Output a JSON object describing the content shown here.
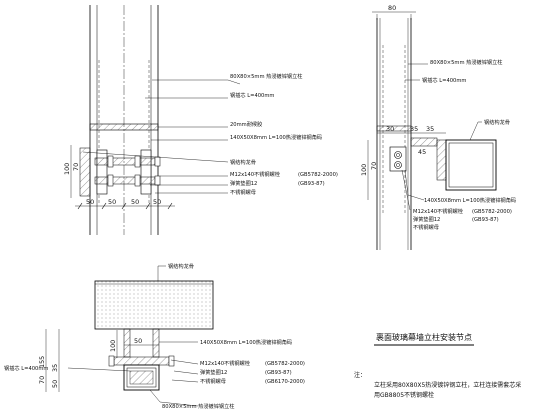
{
  "view1": {
    "dims_bottom": [
      "50",
      "50",
      "50",
      "50"
    ],
    "dim_side_100": "100",
    "dim_side_70": "70",
    "callouts": [
      "80X80×5mm 热浸镀锌钢立柱",
      "钢插芯 L=400mm",
      "20mm耐候胶",
      "140X50X8mm L=100热浸镀锌钢角码",
      "钢结构龙骨",
      "M12x140不锈钢螺栓",
      "(GB5782-2000)",
      "弹簧垫圈12",
      "(GB93-87)",
      "不锈钢螺母"
    ]
  },
  "view2": {
    "dim_top": "80",
    "dims_mid": [
      "30",
      "35",
      "35"
    ],
    "dim_side_100": "100",
    "dim_side_70": "70",
    "dim_45": "45",
    "callouts": [
      "80X80×5mm 热浸镀锌钢立柱",
      "钢插芯 L=400mm",
      "钢结构龙骨",
      "140X50X8mm L=100热浸镀锌钢角码",
      "M12x140不锈钢螺栓",
      "(GB5782-2000)",
      "弹簧垫圈12",
      "(GB93-87)",
      "不锈钢螺母"
    ]
  },
  "view3": {
    "dims_left": [
      "155",
      "70",
      "35",
      "50"
    ],
    "dim_100": "100",
    "dim_50": "50",
    "callouts": [
      "钢结构龙骨",
      "140X50X8mm L=100热浸镀锌钢角码",
      "M12x140不锈钢螺栓",
      "(GB5782-2000)",
      "弹簧垫圈12",
      "(GB93-87)",
      "不锈钢螺母",
      "(GB6170-2000)",
      "钢插芯 L=400mm",
      "80X80×5mm 热浸镀锌钢立柱"
    ]
  },
  "title": "裹面玻璃幕墙立柱安装节点",
  "note": {
    "label": "注：",
    "lines": [
      "立柱采用80X80X5热浸镀锌钢立柱，立柱连接需套芯采",
      "用GB8805不锈钢螺栓"
    ]
  }
}
